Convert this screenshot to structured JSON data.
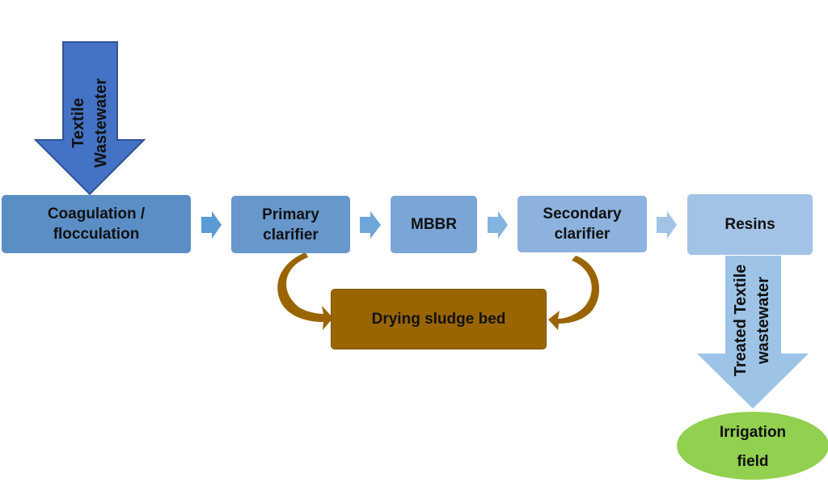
{
  "diagram": {
    "input": {
      "label_line1": "Textile",
      "label_line2": "Wastewater",
      "color": "#4472C4"
    },
    "steps": [
      {
        "id": "coagulation",
        "line1": "Coagulation /",
        "line2": "flocculation",
        "color": "#5B8EC5"
      },
      {
        "id": "primary",
        "line1": "Primary",
        "line2": "clarifier",
        "color": "#6797CB"
      },
      {
        "id": "mbbr",
        "line1": "MBBR",
        "line2": "",
        "color": "#7BA5D6"
      },
      {
        "id": "secondary",
        "line1": "Secondary",
        "line2": "clarifier",
        "color": "#8DB2DE"
      },
      {
        "id": "resins",
        "line1": "Resins",
        "line2": "",
        "color": "#A3C3E6"
      }
    ],
    "sludge": {
      "label": "Drying sludge bed",
      "color": "#9A6500"
    },
    "output": {
      "label_line1": "Treated Textile",
      "label_line2": "wastewater",
      "color": "#9DC3E6"
    },
    "destination": {
      "line1": "Irrigation",
      "line2": "field",
      "color": "#92D050"
    }
  }
}
